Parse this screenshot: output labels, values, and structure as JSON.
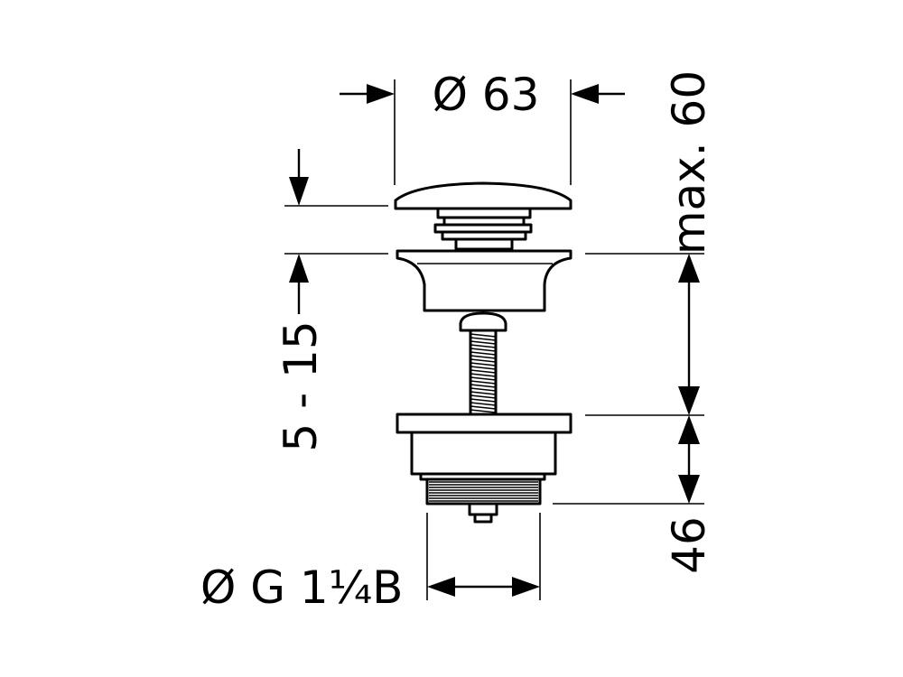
{
  "dimensions": {
    "cap_diameter": "Ø 63",
    "max_height": "max. 60",
    "adjust_range": "5 - 15",
    "body_height": "46",
    "thread": "Ø G 1¼B"
  },
  "colors": {
    "line": "#000000",
    "background": "#ffffff"
  }
}
